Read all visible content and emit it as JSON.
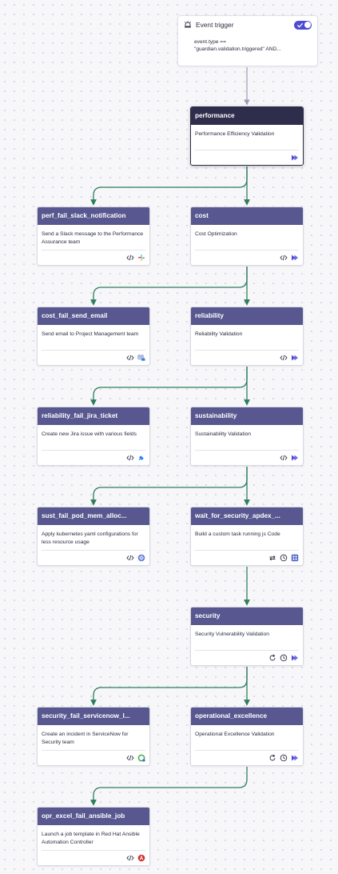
{
  "trigger": {
    "title": "Event trigger",
    "line1": "event.type ==",
    "line2": "\"guardian.validation.triggered\" AND...",
    "enabled": true
  },
  "nodes": {
    "performance": {
      "title": "performance",
      "desc": "Performance Efficiency Validation",
      "icons": [
        "run-icon"
      ]
    },
    "perf_fail": {
      "title": "perf_fail_slack_notification",
      "desc": "Send a Slack message to the Performance Assurance team",
      "icons": [
        "code-icon",
        "slack-icon"
      ]
    },
    "cost": {
      "title": "cost",
      "desc": "Cost Optimization",
      "icons": [
        "code-icon",
        "run-icon"
      ]
    },
    "cost_fail": {
      "title": "cost_fail_send_email",
      "desc": "Send email to Project Management team",
      "icons": [
        "code-icon",
        "email-icon"
      ]
    },
    "reliability": {
      "title": "reliability",
      "desc": "Reliability Validation",
      "icons": [
        "code-icon",
        "run-icon"
      ]
    },
    "reliability_fail": {
      "title": "reliability_fail_jira_ticket",
      "desc": "Create new Jira issue with various fields",
      "icons": [
        "code-icon",
        "jira-icon"
      ]
    },
    "sustainability": {
      "title": "sustainability",
      "desc": "Sustainability Validation",
      "icons": [
        "code-icon",
        "run-icon"
      ]
    },
    "sust_fail": {
      "title": "sust_fail_pod_mem_alloc...",
      "desc": "Apply kubernetes yaml configurations for less resource usage",
      "icons": [
        "code-icon",
        "kubernetes-icon"
      ]
    },
    "wait_security": {
      "title": "wait_for_security_apdex_...",
      "desc": "Build a custom task running js Code",
      "icons": [
        "loop-icon",
        "clock-icon",
        "js-icon"
      ]
    },
    "security": {
      "title": "security",
      "desc": "Security Vulnerability Validation",
      "icons": [
        "retry-icon",
        "clock-icon",
        "run-icon"
      ]
    },
    "security_fail": {
      "title": "security_fail_servicenow_l...",
      "desc": "Create an incident in ServiceNow for Security team",
      "icons": [
        "code-icon",
        "servicenow-icon"
      ]
    },
    "operational": {
      "title": "operational_excellence",
      "desc": "Operational Excellence Validation",
      "icons": [
        "retry-icon",
        "clock-icon",
        "run-icon"
      ]
    },
    "opr_fail": {
      "title": "opr_excel_fail_ansible_job",
      "desc": "Launch a job template in Red Hat Ansible Automation Controller",
      "icons": [
        "code-icon",
        "ansible-icon"
      ]
    }
  },
  "colors": {
    "header": "#58578f",
    "header_selected": "#2e2d4c",
    "edge_success": "#2e7d5b",
    "edge_trigger": "#9a9cb0",
    "accent": "#4d4bd0"
  }
}
